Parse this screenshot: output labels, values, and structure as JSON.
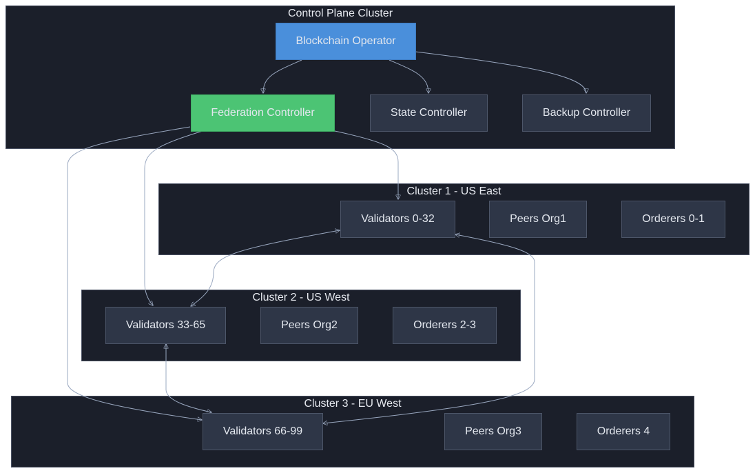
{
  "clusters": {
    "control_plane": {
      "title": "Control Plane Cluster"
    },
    "cluster1": {
      "title": "Cluster 1 - US East"
    },
    "cluster2": {
      "title": "Cluster 2 - US West"
    },
    "cluster3": {
      "title": "Cluster 3 - EU West"
    }
  },
  "nodes": {
    "blockchain_operator": "Blockchain Operator",
    "federation_controller": "Federation Controller",
    "state_controller": "State Controller",
    "backup_controller": "Backup Controller",
    "validators_0_32": "Validators 0-32",
    "peers_org1": "Peers Org1",
    "orderers_0_1": "Orderers 0-1",
    "validators_33_65": "Validators 33-65",
    "peers_org2": "Peers Org2",
    "orderers_2_3": "Orderers 2-3",
    "validators_66_99": "Validators 66-99",
    "peers_org3": "Peers Org3",
    "orderers_4": "Orderers 4"
  },
  "colors": {
    "operator": "#4a8fdb",
    "federation": "#4cc474",
    "cluster_bg": "#1b1f2a",
    "node_bg": "#2e3647",
    "edge": "#9aa8c0"
  },
  "edges": [
    {
      "from": "blockchain_operator",
      "to": "federation_controller"
    },
    {
      "from": "blockchain_operator",
      "to": "state_controller"
    },
    {
      "from": "blockchain_operator",
      "to": "backup_controller"
    },
    {
      "from": "federation_controller",
      "to": "validators_0_32"
    },
    {
      "from": "federation_controller",
      "to": "validators_33_65"
    },
    {
      "from": "federation_controller",
      "to": "validators_66_99"
    },
    {
      "from": "validators_0_32",
      "to": "validators_33_65",
      "bidirectional": true
    },
    {
      "from": "validators_33_65",
      "to": "validators_66_99",
      "bidirectional": true
    },
    {
      "from": "validators_0_32",
      "to": "validators_66_99",
      "bidirectional": true
    }
  ]
}
